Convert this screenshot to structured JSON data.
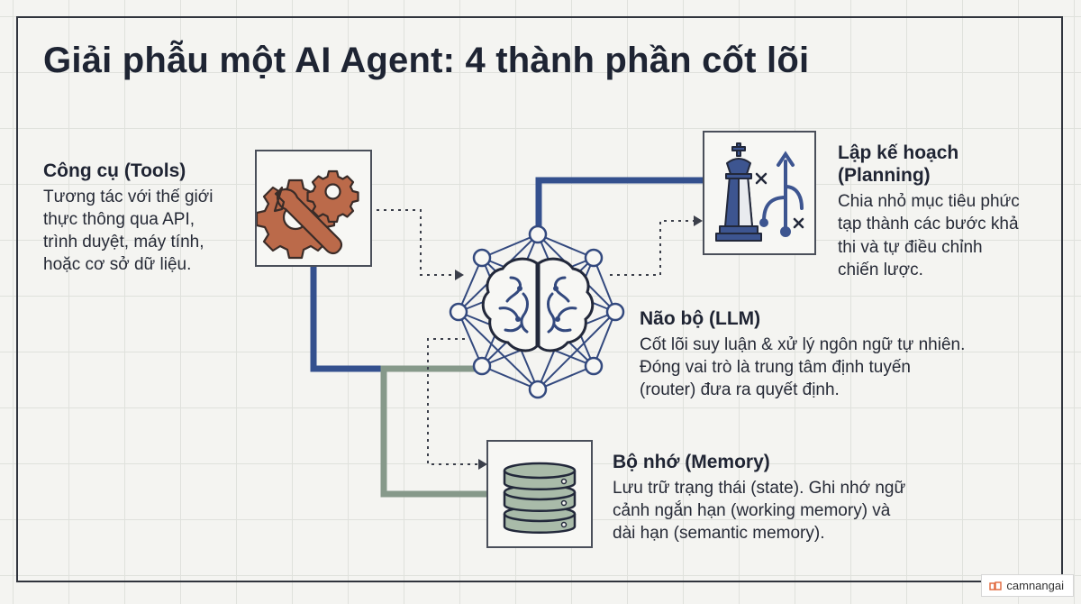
{
  "title": "Giải phẫu một AI Agent: 4 thành phần cốt lõi",
  "components": {
    "tools": {
      "heading": "Công cụ (Tools)",
      "lines": [
        "Tương tác với thế giới",
        "thực thông qua API,",
        "trình duyệt, máy tính,",
        "hoặc cơ sở dữ liệu."
      ]
    },
    "planning": {
      "heading_lines": [
        "Lập kế hoạch",
        "(Planning)"
      ],
      "lines": [
        "Chia nhỏ mục tiêu phức",
        "tạp thành các bước khả",
        "thi và tự điều chỉnh",
        "chiến lược."
      ]
    },
    "brain": {
      "heading": "Não bộ (LLM)",
      "lines": [
        "Cốt lõi suy luận & xử lý ngôn ngữ tự nhiên.",
        "Đóng vai trò là trung tâm định tuyến",
        "(router) đưa ra quyết định."
      ]
    },
    "memory": {
      "heading": "Bộ nhớ (Memory)",
      "lines": [
        "Lưu trữ trạng thái (state). Ghi nhớ ngữ",
        "cảnh ngắn hạn (working memory) và",
        "dài hạn (semantic memory)."
      ]
    }
  },
  "icons": {
    "tools": "wrench-gear-icon",
    "planning": "chess-king-branch-icon",
    "brain": "neural-brain-icon",
    "memory": "database-icon"
  },
  "colors": {
    "navy_connector": "#34508e",
    "green_connector": "#86998a",
    "tools_icon": "#bb6a4a",
    "planning_icon": "#3d5590",
    "brain_icon": "#33497e",
    "memory_icon": "#a9bba9"
  },
  "watermark": {
    "text": "camnangai"
  }
}
